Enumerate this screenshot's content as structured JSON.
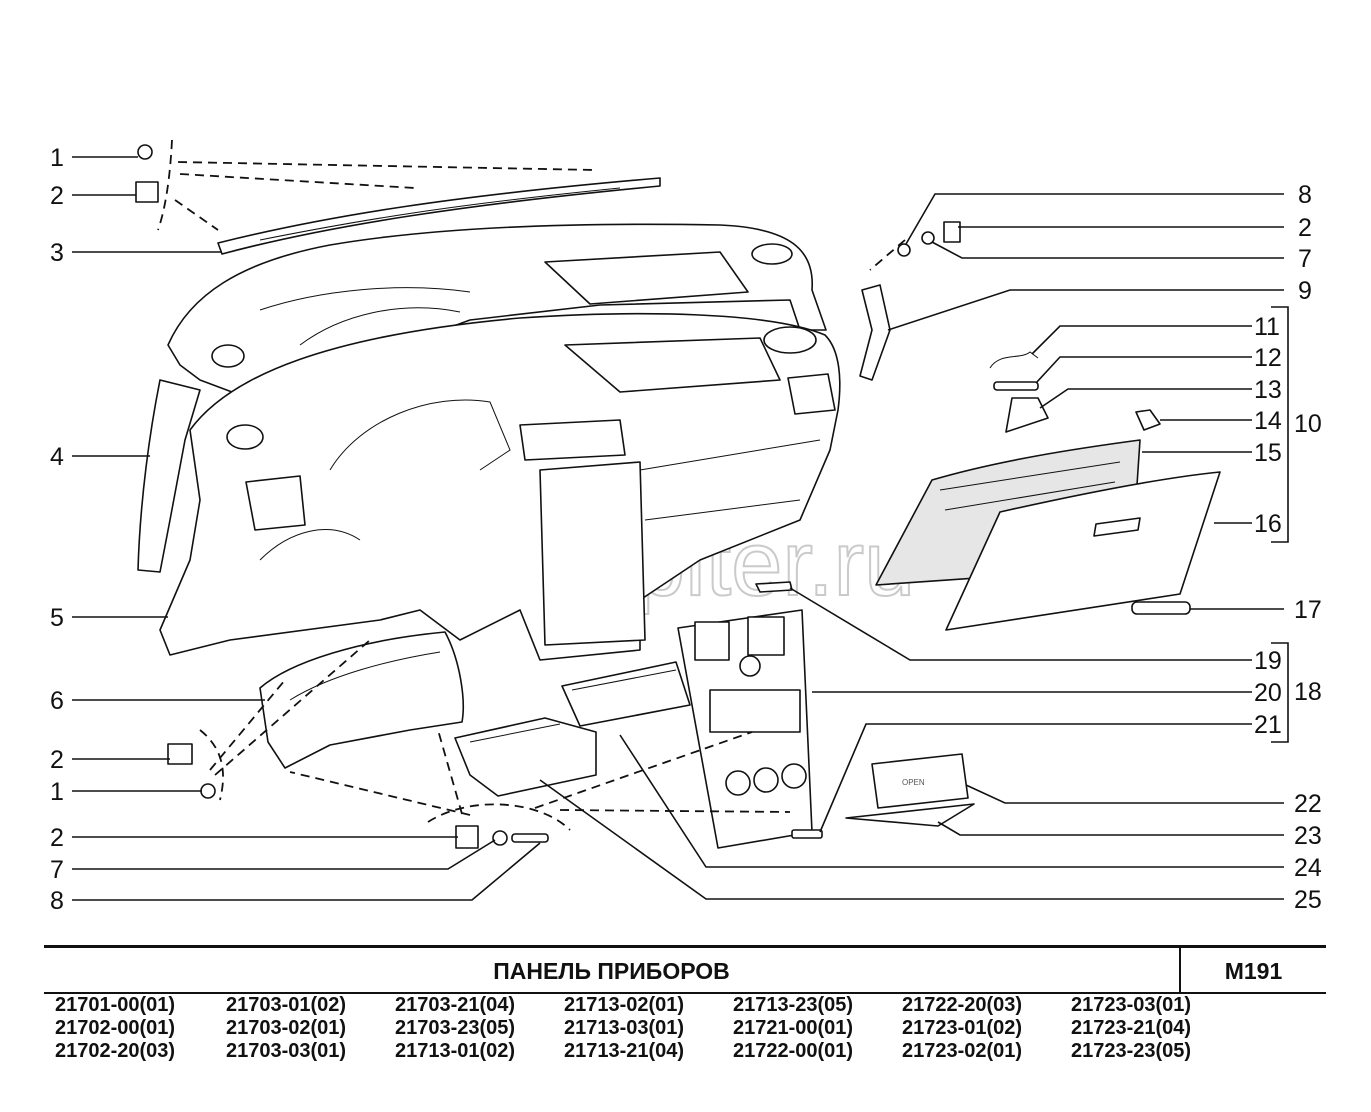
{
  "callouts": {
    "left": [
      "1",
      "2",
      "3",
      "4",
      "5",
      "6",
      "2",
      "1",
      "2",
      "7",
      "8"
    ],
    "right": [
      "8",
      "2",
      "7",
      "9",
      "11",
      "12",
      "13",
      "14",
      "10",
      "15",
      "16",
      "17",
      "19",
      "20",
      "18",
      "21",
      "22",
      "23",
      "24",
      "25"
    ]
  },
  "part_labels": {
    "part_22": "OPEN"
  },
  "watermark": "autopiter.ru",
  "title_block": {
    "title": "ПАНЕЛЬ   ПРИБОРОВ",
    "code": "М191"
  },
  "applicability": [
    [
      "21701-00(01)",
      "21702-00(01)",
      "21702-20(03)"
    ],
    [
      "21703-01(02)",
      "21703-02(01)",
      "21703-03(01)"
    ],
    [
      "21703-21(04)",
      "21703-23(05)",
      "21713-01(02)"
    ],
    [
      "21713-02(01)",
      "21713-03(01)",
      "21713-21(04)"
    ],
    [
      "21713-23(05)",
      "21721-00(01)",
      "21722-00(01)"
    ],
    [
      "21722-20(03)",
      "21723-01(02)",
      "21723-02(01)"
    ],
    [
      "21723-03(01)",
      "21723-21(04)",
      "21723-23(05)"
    ]
  ]
}
